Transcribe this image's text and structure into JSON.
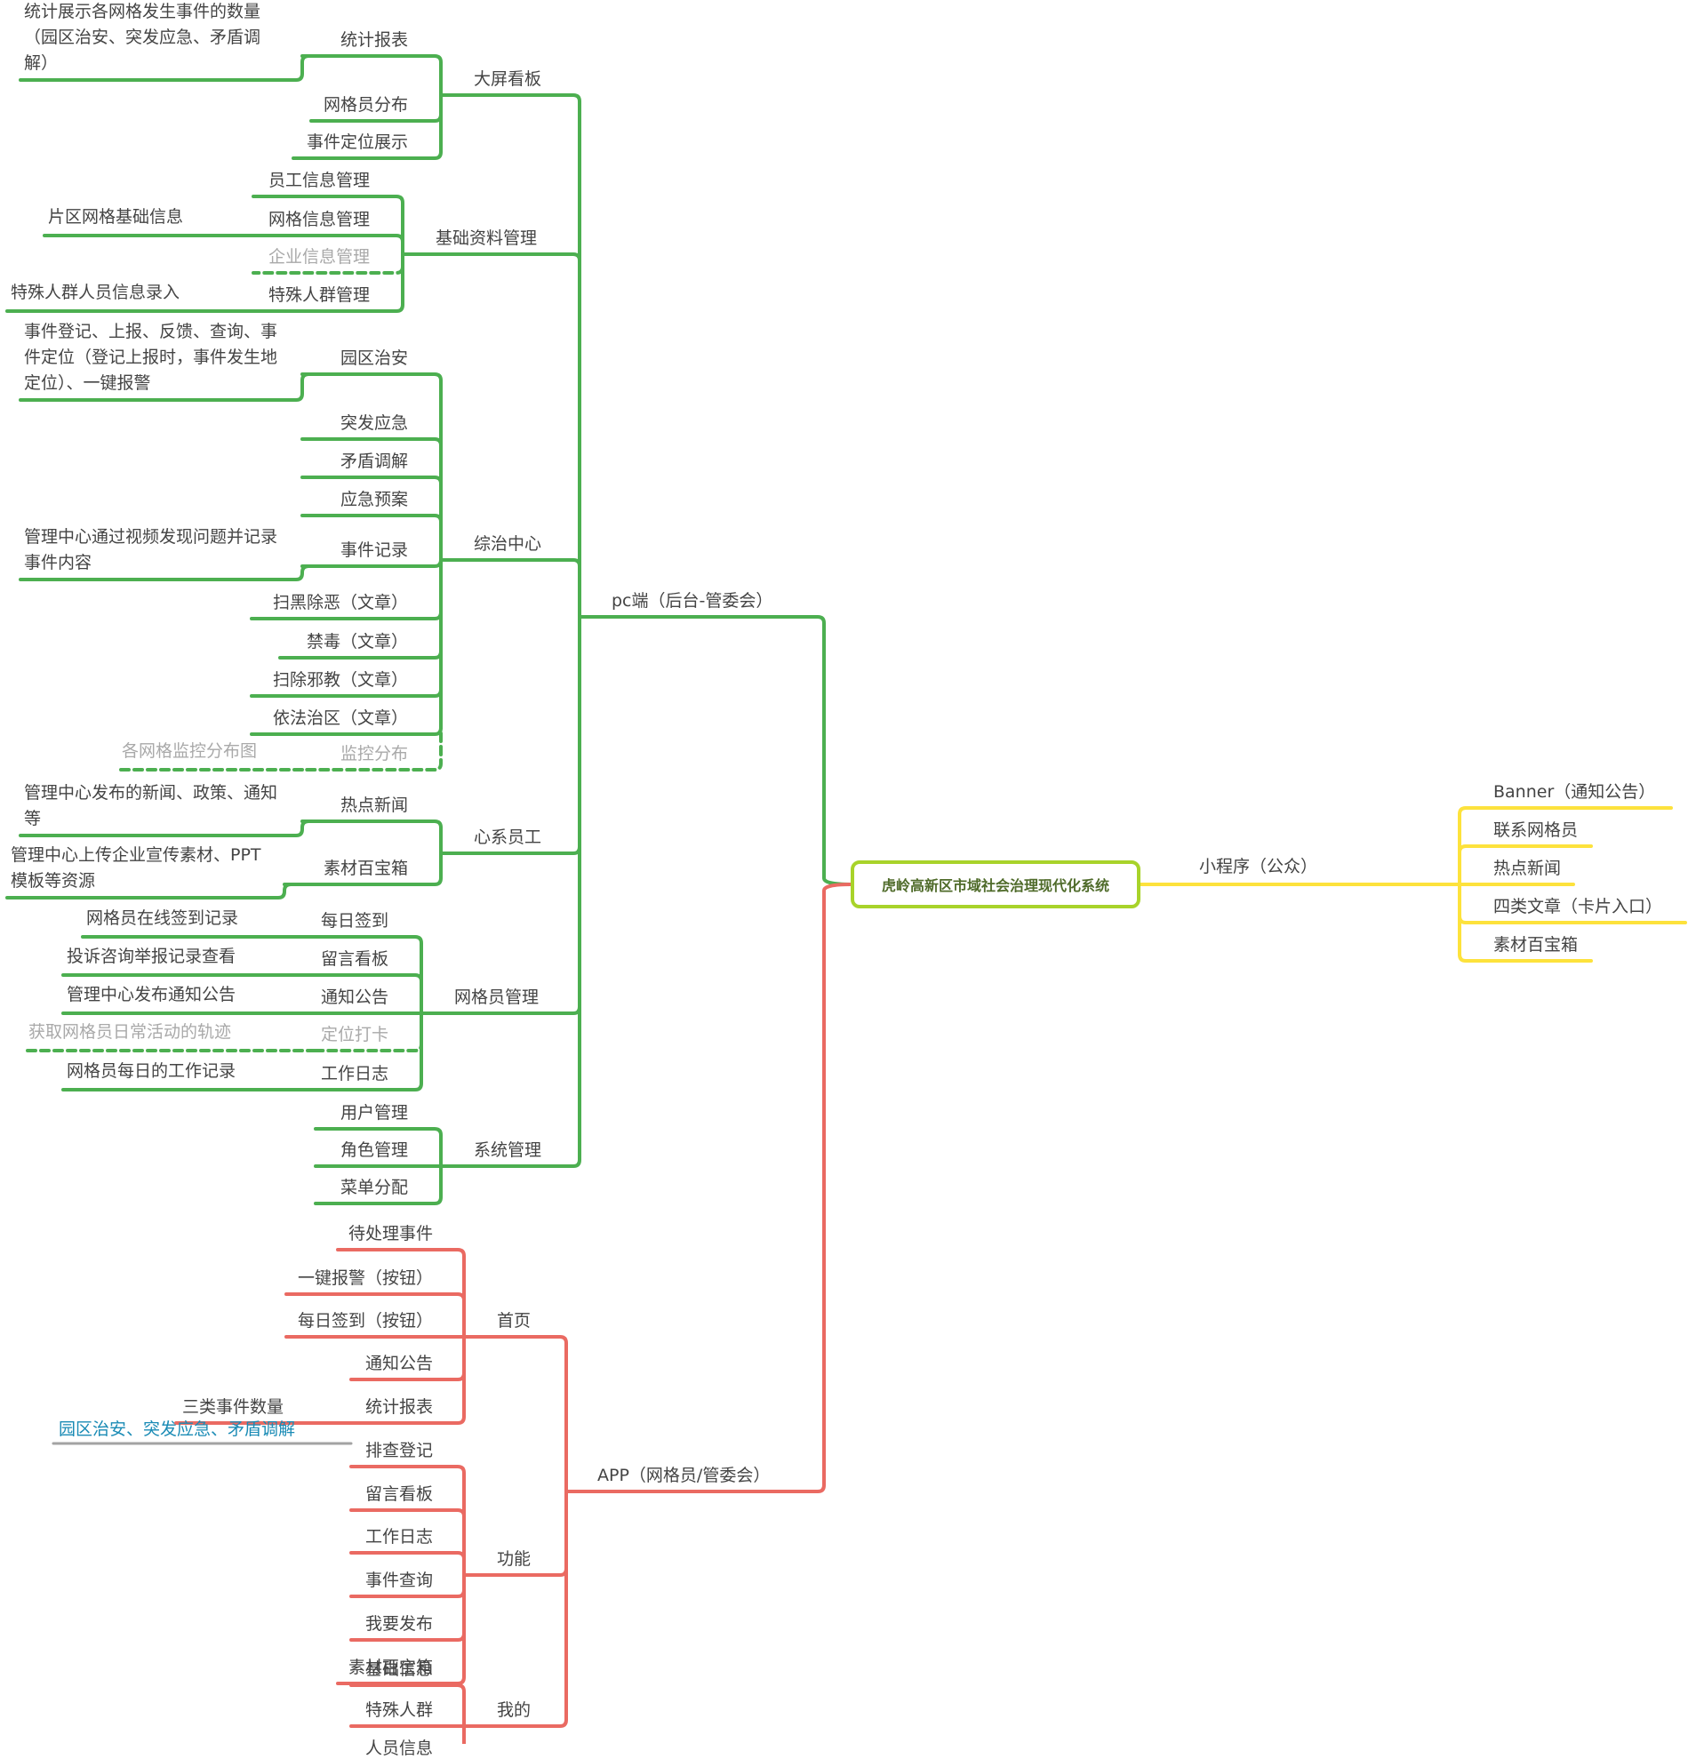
{
  "root": {
    "label": "虎岭高新区市域社会治理现代化系统"
  },
  "colors": {
    "pc": "#4caf50",
    "app": "#ea6a62",
    "mini": "#fde23c",
    "root_border": "#a8d32a",
    "note_line": "#a3a3a3",
    "muted_text": "#a9a9a9",
    "link_text": "#1a8bb5"
  },
  "branches": {
    "pc": {
      "label": "pc端（后台-管委会）",
      "groups": [
        {
          "label": "大屏看板",
          "items": [
            {
              "label": "统计报表",
              "note": "统计展示各网格发生事件的数量（园区治安、突发应急、矛盾调解）"
            },
            {
              "label": "网格员分布"
            },
            {
              "label": "事件定位展示"
            }
          ]
        },
        {
          "label": "基础资料管理",
          "items": [
            {
              "label": "员工信息管理"
            },
            {
              "label": "网格信息管理",
              "note": "片区网格基础信息"
            },
            {
              "label": "企业信息管理",
              "disabled": true
            },
            {
              "label": "特殊人群管理",
              "note": "特殊人群人员信息录入"
            }
          ]
        },
        {
          "label": "综治中心",
          "items": [
            {
              "label": "园区治安",
              "note": "事件登记、上报、反馈、查询、事件定位（登记上报时，事件发生地定位）、一键报警"
            },
            {
              "label": "突发应急"
            },
            {
              "label": "矛盾调解"
            },
            {
              "label": "应急预案"
            },
            {
              "label": "事件记录",
              "note": "管理中心通过视频发现问题并记录事件内容"
            },
            {
              "label": "扫黑除恶（文章）"
            },
            {
              "label": "禁毒（文章）"
            },
            {
              "label": "扫除邪教（文章）"
            },
            {
              "label": "依法治区（文章）"
            },
            {
              "label": "监控分布",
              "note": "各网格监控分布图",
              "disabled": true
            }
          ]
        },
        {
          "label": "心系员工",
          "items": [
            {
              "label": "热点新闻",
              "note": "管理中心发布的新闻、政策、通知等"
            },
            {
              "label": "素材百宝箱",
              "note": "管理中心上传企业宣传素材、PPT模板等资源"
            }
          ]
        },
        {
          "label": "网格员管理",
          "items": [
            {
              "label": "每日签到",
              "note": "网格员在线签到记录"
            },
            {
              "label": "留言看板",
              "note": "投诉咨询举报记录查看"
            },
            {
              "label": "通知公告",
              "note": "管理中心发布通知公告"
            },
            {
              "label": "定位打卡",
              "note": "获取网格员日常活动的轨迹",
              "disabled": true
            },
            {
              "label": "工作日志",
              "note": "网格员每日的工作记录"
            }
          ]
        },
        {
          "label": "系统管理",
          "items": [
            {
              "label": "用户管理"
            },
            {
              "label": "角色管理"
            },
            {
              "label": "菜单分配"
            }
          ]
        }
      ]
    },
    "app": {
      "label": "APP（网格员/管委会）",
      "groups": [
        {
          "label": "首页",
          "items": [
            {
              "label": "待处理事件"
            },
            {
              "label": "一键报警（按钮）"
            },
            {
              "label": "每日签到（按钮）"
            },
            {
              "label": "通知公告"
            },
            {
              "label": "统计报表",
              "note": "三类事件数量"
            }
          ]
        },
        {
          "label": "功能",
          "items": [
            {
              "label": "排查登记",
              "note": "园区治安、突发应急、矛盾调解",
              "note_style": "link"
            },
            {
              "label": "留言看板"
            },
            {
              "label": "工作日志"
            },
            {
              "label": "事件查询"
            },
            {
              "label": "我要发布"
            },
            {
              "label": "素材百宝箱"
            }
          ]
        },
        {
          "label": "我的",
          "items": [
            {
              "label": "基础信息"
            },
            {
              "label": "特殊人群"
            },
            {
              "label": "人员信息"
            }
          ]
        }
      ]
    },
    "mini": {
      "label": "小程序（公众）",
      "items": [
        {
          "label": "Banner（通知公告）"
        },
        {
          "label": "联系网格员"
        },
        {
          "label": "热点新闻"
        },
        {
          "label": "四类文章（卡片入口）"
        },
        {
          "label": "素材百宝箱"
        }
      ]
    }
  }
}
